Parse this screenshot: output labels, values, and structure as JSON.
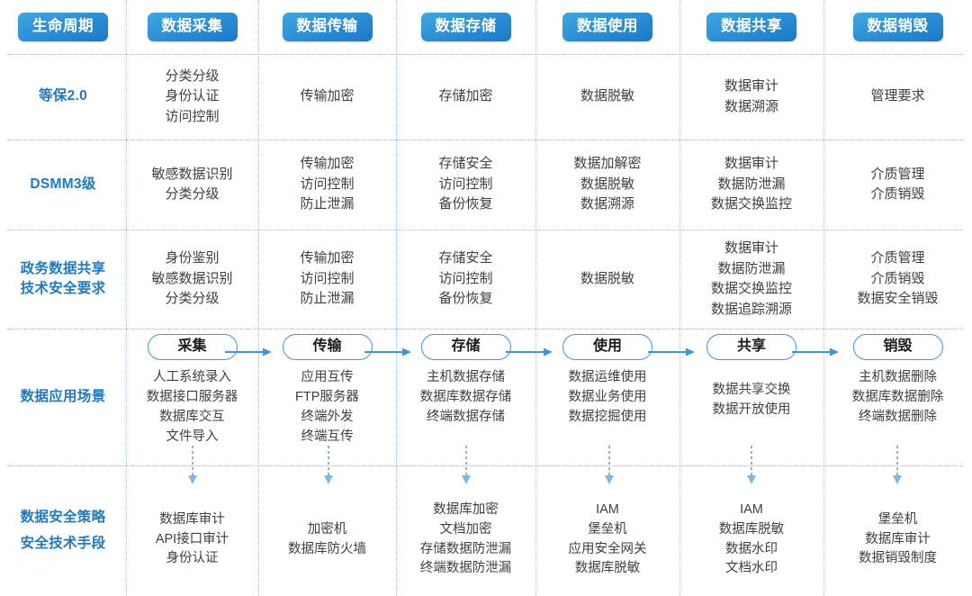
{
  "columns": [
    {
      "key": "lifecycle",
      "label": "生命周期"
    },
    {
      "key": "collect",
      "label": "数据采集"
    },
    {
      "key": "transmit",
      "label": "数据传输"
    },
    {
      "key": "store",
      "label": "数据存储"
    },
    {
      "key": "use",
      "label": "数据使用"
    },
    {
      "key": "share",
      "label": "数据共享"
    },
    {
      "key": "destroy",
      "label": "数据销毁"
    }
  ],
  "rows": [
    {
      "label": "等保2.0",
      "label_lines": [
        "等保2.0"
      ],
      "cells": [
        [
          "分类分级",
          "身份认证",
          "访问控制"
        ],
        [
          "传输加密"
        ],
        [
          "存储加密"
        ],
        [
          "数据脱敏"
        ],
        [
          "数据审计",
          "数据溯源"
        ],
        [
          "管理要求"
        ]
      ]
    },
    {
      "label": "DSMM3级",
      "label_lines": [
        "DSMM3级"
      ],
      "cells": [
        [
          "敏感数据识别",
          "分类分级"
        ],
        [
          "传输加密",
          "访问控制",
          "防止泄漏"
        ],
        [
          "存储安全",
          "访问控制",
          "备份恢复"
        ],
        [
          "数据加解密",
          "数据脱敏",
          "数据溯源"
        ],
        [
          "数据审计",
          "数据防泄漏",
          "数据交换监控"
        ],
        [
          "介质管理",
          "介质销毁"
        ]
      ]
    },
    {
      "label": "政务数据共享技术安全要求",
      "label_lines": [
        "政务数据共享",
        "技术安全要求"
      ],
      "cells": [
        [
          "身份鉴别",
          "敏感数据识别",
          "分类分级"
        ],
        [
          "传输加密",
          "访问控制",
          "防止泄漏"
        ],
        [
          "存储安全",
          "访问控制",
          "备份恢复"
        ],
        [
          "数据脱敏"
        ],
        [
          "数据审计",
          "数据防泄漏",
          "数据交换监控",
          "数据追踪溯源"
        ],
        [
          "介质管理",
          "介质销毁",
          "数据安全销毁"
        ]
      ]
    }
  ],
  "scenario_row": {
    "label": "数据应用场景",
    "label_lines": [
      "数据应用场景"
    ],
    "stages": [
      {
        "pill": "采集",
        "items": [
          "人工系统录入",
          "数据接口服务器",
          "数据库交互",
          "文件导入"
        ]
      },
      {
        "pill": "传输",
        "items": [
          "应用互传",
          "FTP服务器",
          "终端外发",
          "终端互传"
        ]
      },
      {
        "pill": "存储",
        "items": [
          "主机数据存储",
          "数据库数据存储",
          "终端数据存储"
        ]
      },
      {
        "pill": "使用",
        "items": [
          "数据运维使用",
          "数据业务使用",
          "数据挖掘使用"
        ]
      },
      {
        "pill": "共享",
        "items": [
          "数据共享交换",
          "数据开放使用"
        ]
      },
      {
        "pill": "销毁",
        "items": [
          "主机数据删除",
          "数据库数据删除",
          "终端数据删除"
        ]
      }
    ]
  },
  "strategy_row": {
    "label": "数据安全策略安全技术手段",
    "label_lines": [
      "数据安全策略",
      "安全技术手段"
    ],
    "cells": [
      [
        "数据库审计",
        "API接口审计",
        "身份认证"
      ],
      [
        "加密机",
        "数据库防火墙"
      ],
      [
        "数据库加密",
        "文档加密",
        "存储数据防泄漏",
        "终端数据防泄漏"
      ],
      [
        "IAM",
        "堡垒机",
        "应用安全网关",
        "数据库脱敏"
      ],
      [
        "IAM",
        "数据库脱敏",
        "数据水印",
        "文档水印"
      ],
      [
        "堡垒机",
        "数据库审计",
        "数据销毁制度"
      ]
    ]
  },
  "icons": {
    "right_arrow": "right-arrow-icon",
    "down_arrow": "down-dotted-arrow-icon"
  },
  "colors": {
    "header_pill_start": "#3ea7e0",
    "header_pill_end": "#1a78c8",
    "row_label": "#1f7ac4",
    "divider": "#9dc3e6",
    "arrow": "#3e96de",
    "body_text": "#3f3f3f"
  }
}
